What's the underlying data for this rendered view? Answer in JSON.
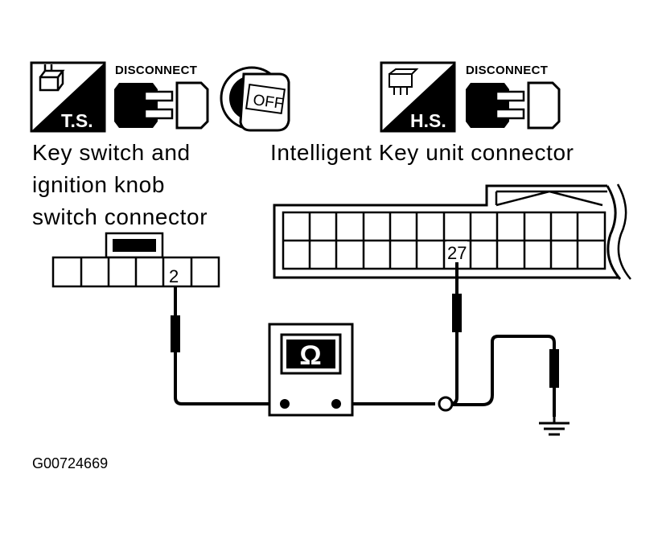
{
  "left_panel": {
    "badge": "T.S.",
    "disconnect": "DISCONNECT",
    "key_label": "OFF",
    "caption": [
      "Key switch and",
      "ignition knob",
      "switch connector"
    ],
    "terminal": "2"
  },
  "right_panel": {
    "badge": "H.S.",
    "disconnect": "DISCONNECT",
    "caption": "Intelligent Key unit connector",
    "terminal": "27"
  },
  "meter": {
    "symbol": "Ω",
    "icon": "ohmmeter-icon"
  },
  "ground": {
    "icon": "ground-icon"
  },
  "figure_id": "G00724669"
}
